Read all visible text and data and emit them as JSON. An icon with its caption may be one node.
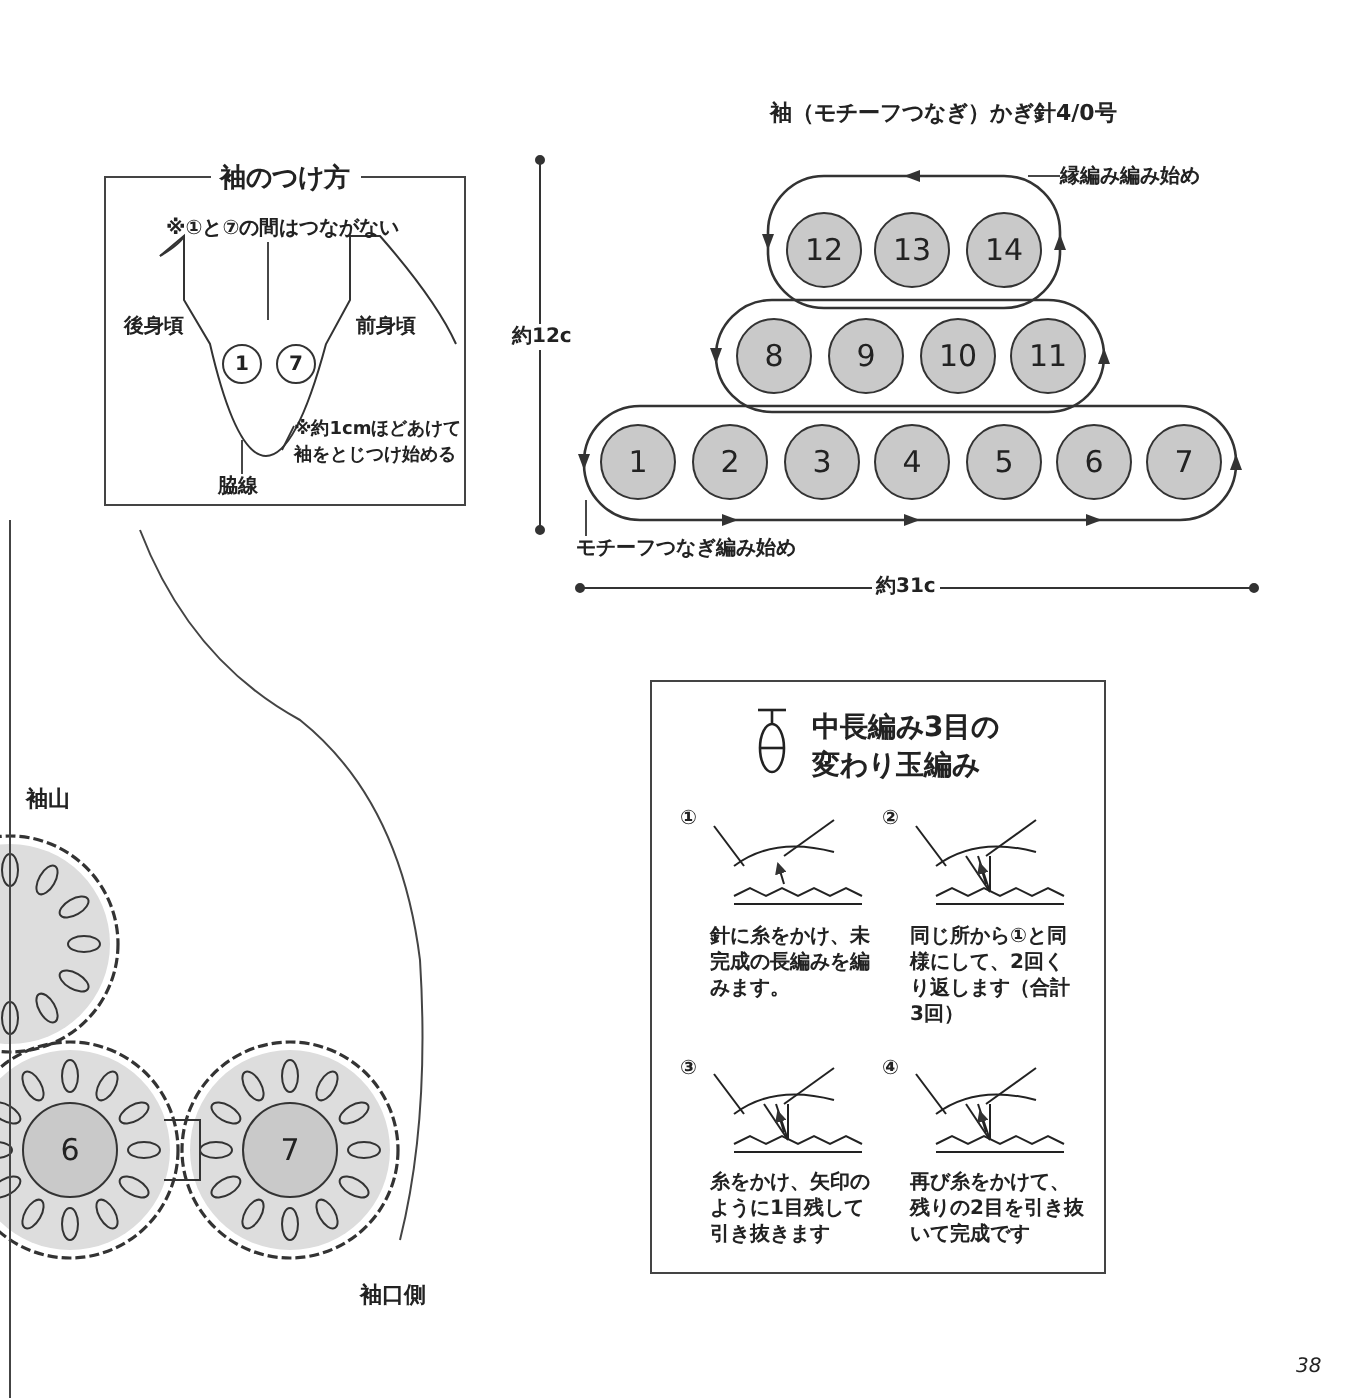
{
  "diagram": {
    "nodes": [
      {
        "text": [
          "袖のつけ方"
        ]
      },
      {
        "text": [
          "1"
        ],
        "in": 0
      },
      {
        "text": [
          "7"
        ],
        "in": 0
      },
      {
        "text": [
          "※①と⑦の間はつながない"
        ],
        "in": 0
      },
      {
        "text": [
          "※約1cmほどあけて袖をとじつけ始める"
        ],
        "in": 0
      },
      {
        "text": [
          "脇線"
        ],
        "in": 0
      },
      {
        "text": [
          "12"
        ]
      },
      {
        "text": [
          "13"
        ]
      },
      {
        "text": [
          "14"
        ]
      },
      {
        "text": [
          "8"
        ]
      },
      {
        "text": [
          "9"
        ]
      },
      {
        "text": [
          "10"
        ]
      },
      {
        "text": [
          "11"
        ]
      },
      {
        "text": [
          "1"
        ]
      },
      {
        "text": [
          "2"
        ]
      },
      {
        "text": [
          "3"
        ]
      },
      {
        "text": [
          "4"
        ]
      },
      {
        "text": [
          "5"
        ]
      },
      {
        "text": [
          "6"
        ]
      },
      {
        "text": [
          "7"
        ]
      },
      {
        "text": [
          "縁編み編み始め"
        ]
      },
      {
        "text": [
          "モチーフつなぎ編み始め"
        ]
      },
      {
        "text": [
          "中長編み3目の変わり玉編み"
        ]
      },
      {
        "text": [
          "6"
        ]
      },
      {
        "text": [
          "7"
        ]
      }
    ],
    "edges": [
      {
        "from": 3,
        "to": null,
        "arrow": "none"
      },
      {
        "from": 4,
        "to": null,
        "arrow": "none"
      },
      {
        "from": 5,
        "to": null,
        "arrow": "none"
      },
      {
        "from": 20,
        "to": null,
        "arrow": "none"
      },
      {
        "from": 21,
        "to": null,
        "arrow": "none"
      }
    ],
    "labels": [
      "袖（モチーフつなぎ）かぎ針4/0号",
      "後身頃",
      "前身頃",
      "約12c",
      "約31c",
      "①",
      "針に糸をかけ、未完成の長編みを編みます。",
      "②",
      "同じ所から①と同様にして、2回くり返します（合計3回）",
      "③",
      "糸をかけ、矢印のように1目残して引き抜きます",
      "④",
      "再び糸をかけて、残りの2目を引き抜いて完成です",
      "袖山",
      "袖口側",
      "38"
    ]
  }
}
